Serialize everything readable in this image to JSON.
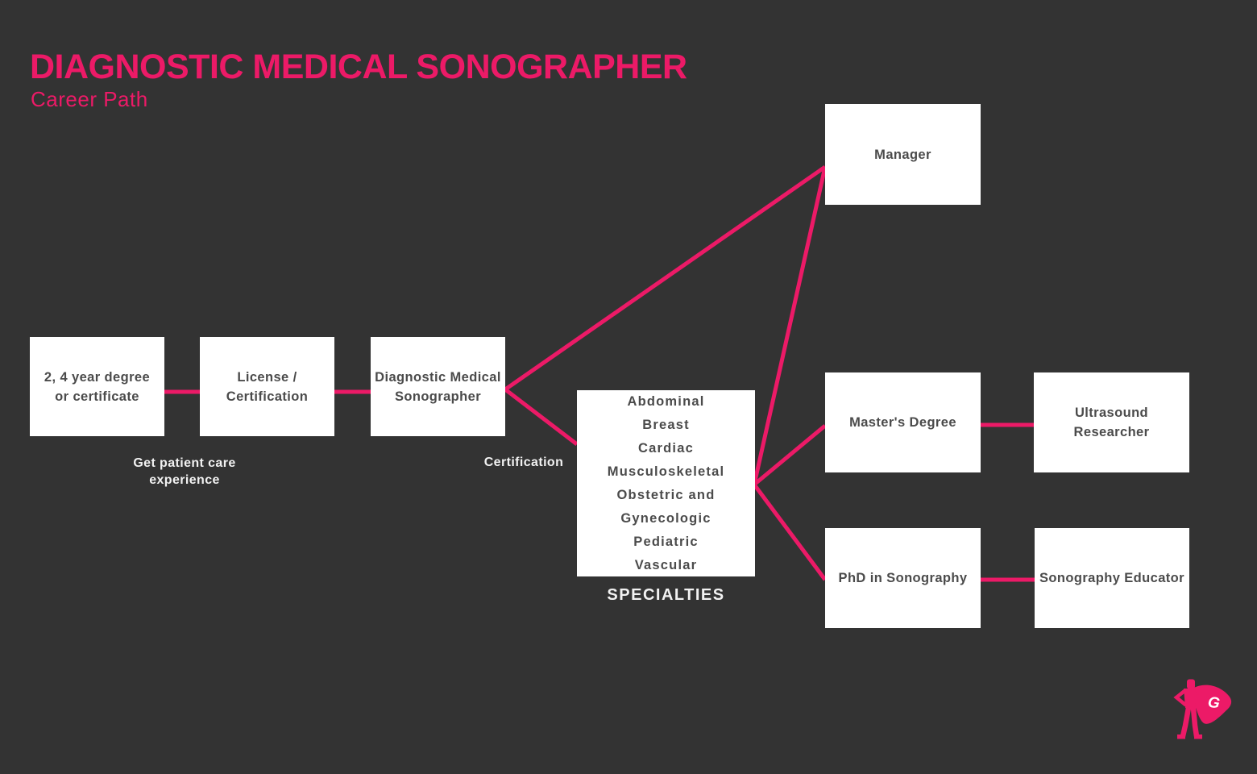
{
  "colors": {
    "accent": "#EC1A67",
    "page_bg": "#333333",
    "box_bg": "#FFFFFF",
    "box_text": "#4B4B4B",
    "label_text": "#F2F2F2"
  },
  "header": {
    "title": "DIAGNOSTIC MEDICAL SONOGRAPHER",
    "subtitle": "Career Path"
  },
  "nodes": {
    "degree": {
      "line1": "2, 4 year degree",
      "line2": "or certificate"
    },
    "license": {
      "line1": "License /",
      "line2": "Certification"
    },
    "sonographer": {
      "line1": "Diagnostic Medical",
      "line2": "Sonographer"
    },
    "manager": {
      "label": "Manager"
    },
    "masters": {
      "label": "Master's Degree"
    },
    "researcher": {
      "line1": "Ultrasound",
      "line2": "Researcher"
    },
    "phd": {
      "label": "PhD in Sonography"
    },
    "educator": {
      "label": "Sonography Educator"
    }
  },
  "edge_labels": {
    "experience": {
      "line1": "Get patient care",
      "line2": "experience"
    },
    "certification": "Certification"
  },
  "specialties": {
    "items": [
      "Abdominal",
      "Breast",
      "Cardiac",
      "Musculoskeletal",
      "Obstetric and Gynecologic",
      "Pediatric",
      "Vascular"
    ],
    "caption": "SPECIALTIES"
  },
  "edges": [
    {
      "from": "degree",
      "to": "license"
    },
    {
      "from": "license",
      "to": "sonographer"
    },
    {
      "from": "sonographer",
      "to": "manager"
    },
    {
      "from": "sonographer",
      "to": "specialties"
    },
    {
      "from": "specialties",
      "to": "manager"
    },
    {
      "from": "specialties",
      "to": "masters"
    },
    {
      "from": "specialties",
      "to": "phd"
    },
    {
      "from": "masters",
      "to": "researcher"
    },
    {
      "from": "phd",
      "to": "educator"
    }
  ],
  "logo": {
    "letter": "G"
  }
}
